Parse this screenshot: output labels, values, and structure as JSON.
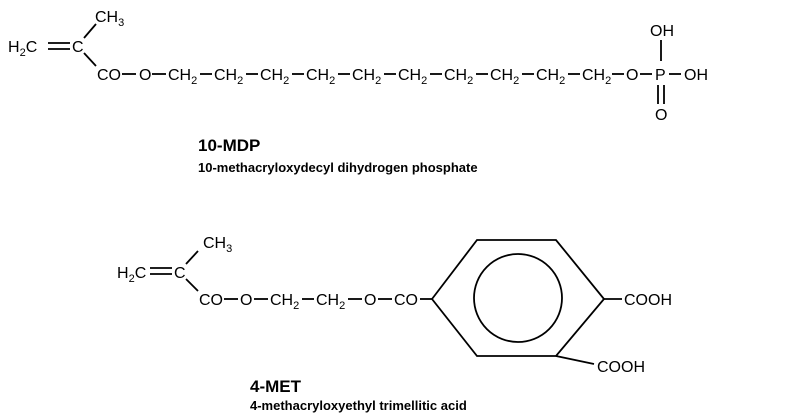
{
  "mdp": {
    "ch3": [
      "CH",
      "3"
    ],
    "h2c": [
      "H",
      "2",
      "C"
    ],
    "c": "C",
    "co": "CO",
    "o": "O",
    "ch2": [
      "CH",
      "2"
    ],
    "p": "P",
    "oh": "OH",
    "name": "10-MDP",
    "full_name": "10-methacryloxydecyl dihydrogen phosphate"
  },
  "met": {
    "ch3": [
      "CH",
      "3"
    ],
    "h2c": [
      "H",
      "2",
      "C"
    ],
    "c": "C",
    "co": "CO",
    "o": "O",
    "ch2": [
      "CH",
      "2"
    ],
    "cooh": "COOH",
    "name": "4-MET",
    "full_name": "4-methacryloxyethyl trimellitic acid"
  }
}
